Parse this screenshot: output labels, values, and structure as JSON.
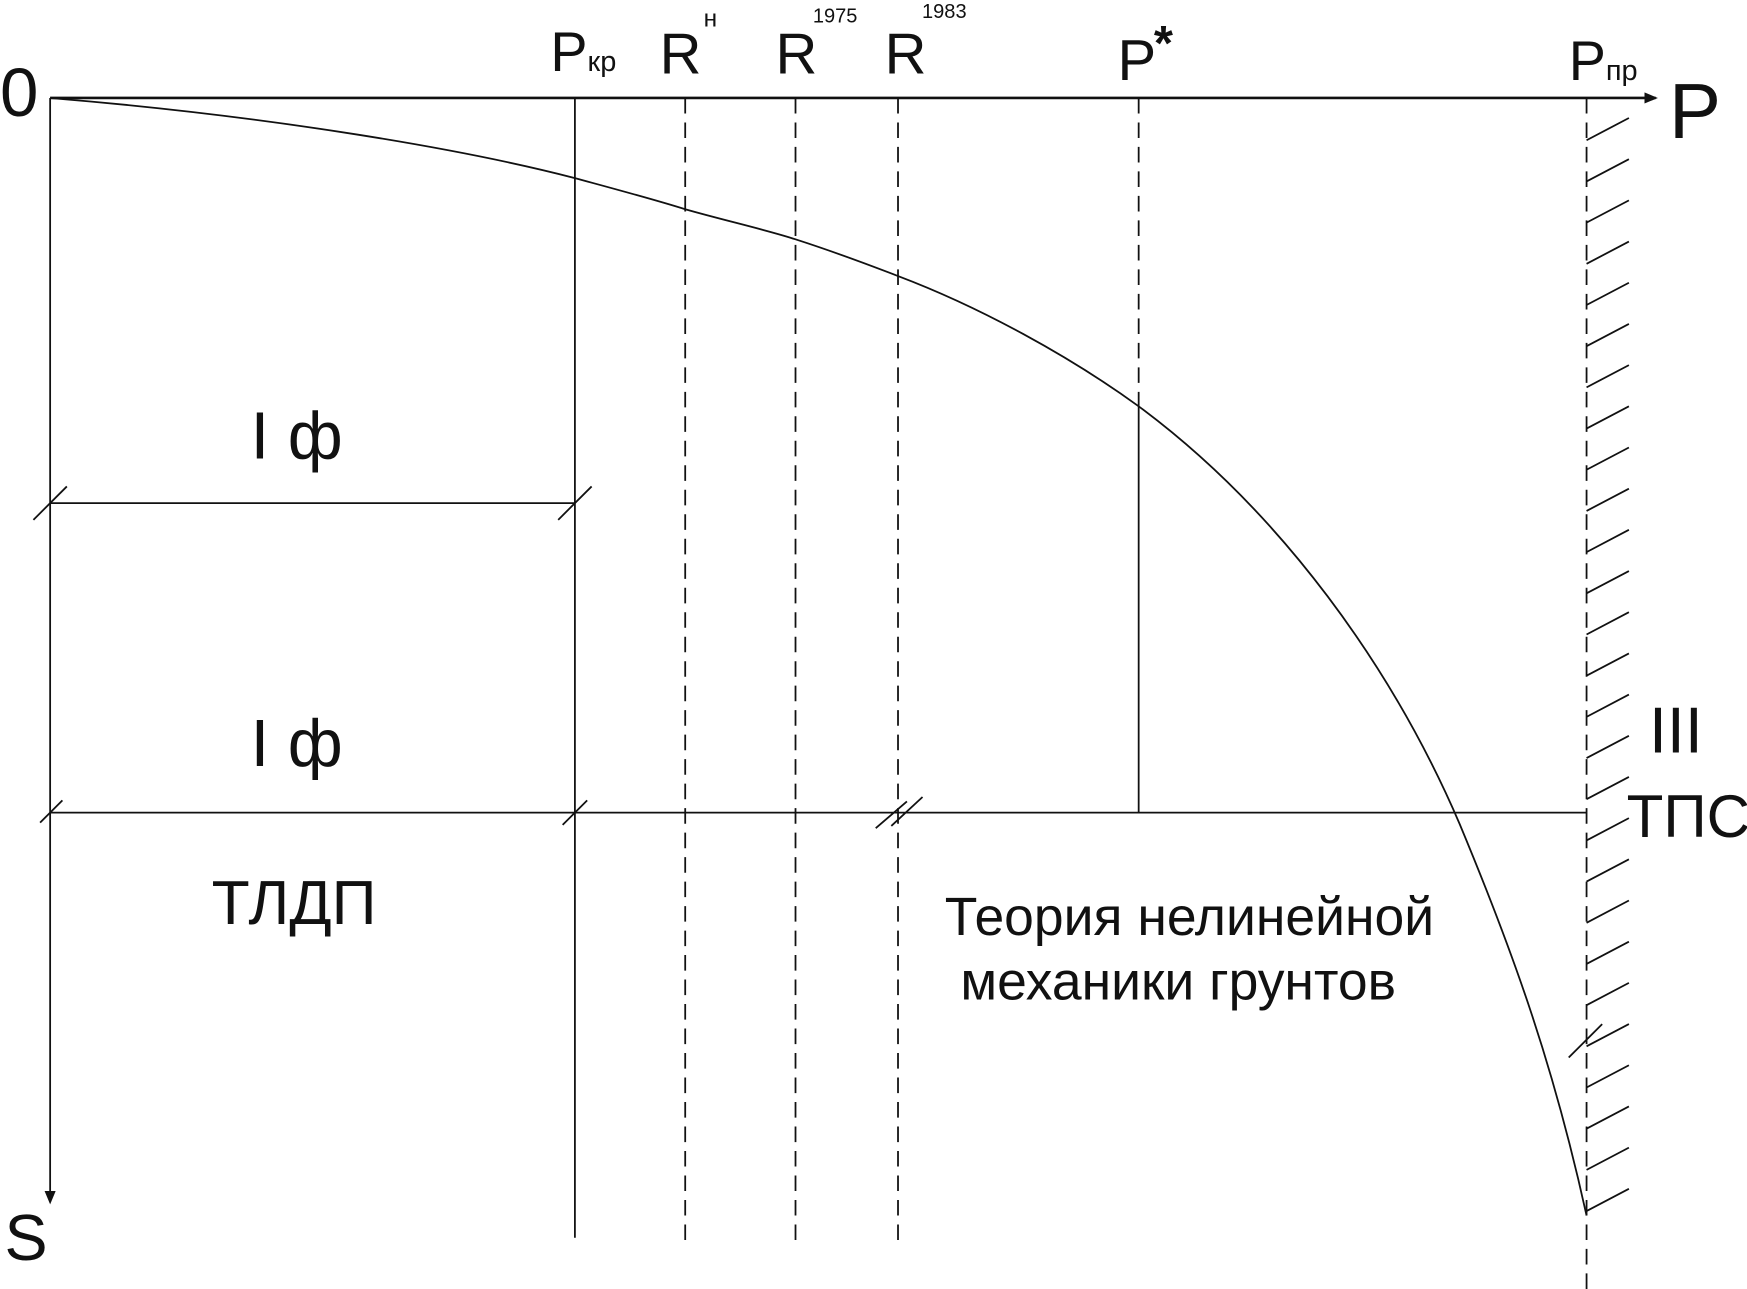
{
  "axes": {
    "origin": "0",
    "x_label": "P",
    "y_label": "S"
  },
  "markers": [
    {
      "id": "p-kr",
      "base": "P",
      "sub": "кр",
      "sup": "",
      "style": "solid"
    },
    {
      "id": "r-n",
      "base": "R",
      "sub": "",
      "sup": "н",
      "style": "dashed"
    },
    {
      "id": "r-1975",
      "base": "R",
      "sub": "",
      "sup": "1975",
      "style": "dashed"
    },
    {
      "id": "r-1983",
      "base": "R",
      "sub": "",
      "sup": "1983",
      "style": "dashed"
    },
    {
      "id": "p-star",
      "base": "P",
      "sub": "",
      "sup": "*",
      "style": "dashed-then-solid"
    },
    {
      "id": "p-pr",
      "base": "P",
      "sub": "пр",
      "sup": "",
      "style": "dashed-hatched"
    }
  ],
  "regions": {
    "phase1_upper": "I ф",
    "phase1_lower": "I ф",
    "tldp": "ТЛДП",
    "nonlinear_line1": "Теория нелинейной",
    "nonlinear_line2": "механики грунтов",
    "phase3": "III",
    "tps": "ТПС"
  },
  "colors": {
    "ink": "#111111",
    "background": "#ffffff"
  }
}
